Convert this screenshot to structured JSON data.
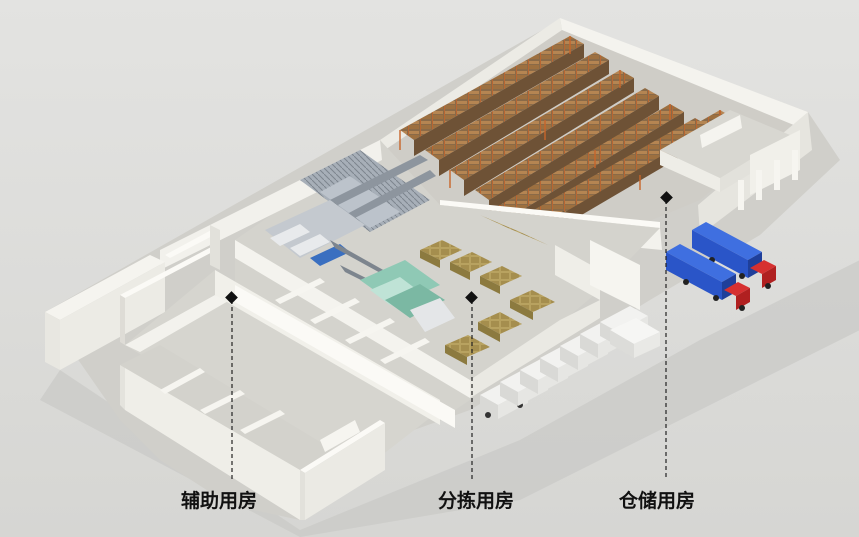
{
  "labels": {
    "auxiliary": "辅助用房",
    "sorting": "分拣用房",
    "storage": "仓储用房"
  },
  "colors": {
    "background": "#dcdcda",
    "wall": "#f2f1ec",
    "floor": "#d2d1cc",
    "rack_frame": "#c8652a",
    "rack_goods": "#a9804f",
    "truck_container": "#2a55c8",
    "truck_cab": "#c8282a",
    "pallet_goods": "#b6a15f",
    "conveyor": "#9aa3ad",
    "sorter_green": "#8fc9b5"
  }
}
